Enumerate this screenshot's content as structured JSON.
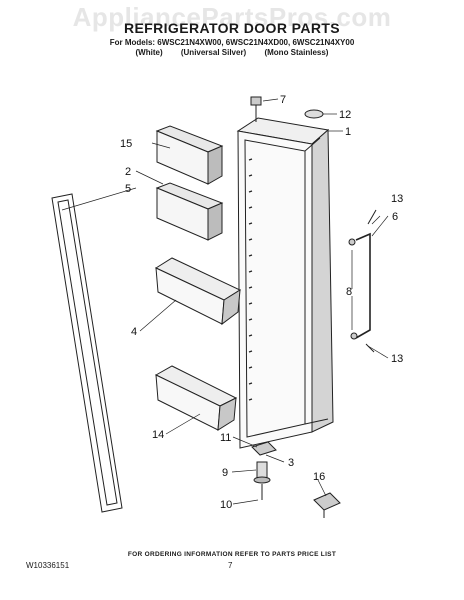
{
  "header": {
    "watermark": "AppliancePartsPros.com",
    "title": "REFRIGERATOR DOOR PARTS",
    "models_line": "For Models: 6WSC21N4XW00, 6WSC21N4XD00, 6WSC21N4XY00",
    "variants": [
      "(White)",
      "(Universal Silver)",
      "(Mono Stainless)"
    ]
  },
  "callouts": [
    "7",
    "12",
    "1",
    "15",
    "2",
    "5",
    "13",
    "6",
    "8",
    "4",
    "13",
    "14",
    "11",
    "3",
    "9",
    "16",
    "10"
  ],
  "footer": {
    "ordering_info": "FOR ORDERING INFORMATION REFER TO PARTS PRICE LIST",
    "doc_number": "W10336151",
    "page_number": "7"
  },
  "colors": {
    "line": "#222222",
    "shade": "#b8b8b8",
    "background": "#ffffff"
  }
}
